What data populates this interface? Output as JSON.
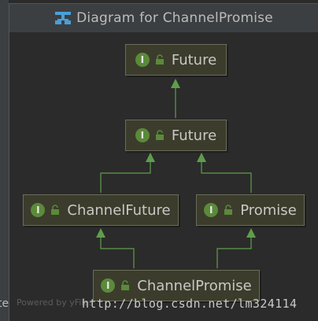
{
  "window": {
    "title": "Diagram for ChannelPromise",
    "title_icon": "uml-diagram-icon",
    "left_cut_text": "te"
  },
  "diagram": {
    "badge_letter": "I",
    "nodes": [
      {
        "id": "future-top",
        "label": "Future"
      },
      {
        "id": "future-mid",
        "label": "Future"
      },
      {
        "id": "channel-future",
        "label": "ChannelFuture"
      },
      {
        "id": "promise",
        "label": "Promise"
      },
      {
        "id": "channel-promise",
        "label": "ChannelPromise"
      }
    ],
    "edges": [
      {
        "from": "future-mid",
        "to": "future-top"
      },
      {
        "from": "channel-future",
        "to": "future-mid"
      },
      {
        "from": "promise",
        "to": "future-mid"
      },
      {
        "from": "channel-promise",
        "to": "channel-future"
      },
      {
        "from": "channel-promise",
        "to": "promise"
      }
    ],
    "colors": {
      "edge": "#5e9e4a",
      "badge": "#5a8a3a",
      "node_bg": "#3c3c2c"
    }
  },
  "footer": {
    "powered_by": "Powered by yFiles",
    "watermark": "http://blog.csdn.net/lm324114"
  }
}
